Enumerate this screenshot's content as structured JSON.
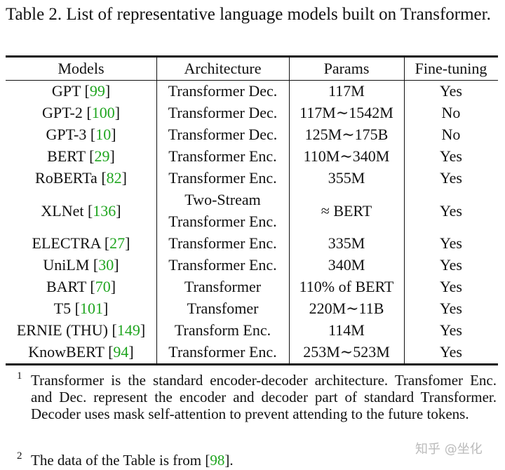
{
  "caption": "Table 2. List of representative language models built on Transformer.",
  "columns": [
    "Models",
    "Architecture",
    "Params",
    "Fine-tuning"
  ],
  "rows": [
    {
      "model": "GPT",
      "ref": "99",
      "arch1": "Transformer Dec.",
      "arch2": "",
      "params": "117M",
      "ft": "Yes"
    },
    {
      "model": "GPT-2",
      "ref": "100",
      "arch1": "Transformer Dec.",
      "arch2": "",
      "params": "117M∼1542M",
      "ft": "No"
    },
    {
      "model": "GPT-3",
      "ref": "10",
      "arch1": "Transformer Dec.",
      "arch2": "",
      "params": "125M∼175B",
      "ft": "No"
    },
    {
      "model": "BERT",
      "ref": "29",
      "arch1": "Transformer Enc.",
      "arch2": "",
      "params": "110M∼340M",
      "ft": "Yes"
    },
    {
      "model": "RoBERTa",
      "ref": "82",
      "arch1": "Transformer Enc.",
      "arch2": "",
      "params": "355M",
      "ft": "Yes"
    },
    {
      "model": "XLNet",
      "ref": "136",
      "arch1": "Two-Stream",
      "arch2": "Transformer Enc.",
      "params": "≈ BERT",
      "ft": "Yes"
    },
    {
      "model": "ELECTRA",
      "ref": "27",
      "arch1": "Transformer Enc.",
      "arch2": "",
      "params": "335M",
      "ft": "Yes"
    },
    {
      "model": "UniLM",
      "ref": "30",
      "arch1": "Transformer Enc.",
      "arch2": "",
      "params": "340M",
      "ft": "Yes"
    },
    {
      "model": "BART",
      "ref": "70",
      "arch1": "Transformer",
      "arch2": "",
      "params": "110% of BERT",
      "ft": "Yes"
    },
    {
      "model": "T5",
      "ref": "101",
      "arch1": "Transfomer",
      "arch2": "",
      "params": "220M∼11B",
      "ft": "Yes"
    },
    {
      "model": "ERNIE (THU)",
      "ref": "149",
      "arch1": "Transform Enc.",
      "arch2": "",
      "params": "114M",
      "ft": "Yes"
    },
    {
      "model": "KnowBERT",
      "ref": "94",
      "arch1": "Transformer Enc.",
      "arch2": "",
      "params": "253M∼523M",
      "ft": "Yes"
    }
  ],
  "footnotes": [
    {
      "mark": "1",
      "text": "Transformer is the standard encoder-decoder architecture. Transfomer Enc. and Dec. represent the encoder and decoder part of standard Transformer. Decoder uses mask self-attention to prevent attending to the future tokens."
    },
    {
      "mark": "2",
      "text_before": "The data of the Table is from ",
      "ref": "98",
      "text_after": "."
    }
  ],
  "watermark": "知乎 @坐化",
  "colors": {
    "reference": "#1fa51f",
    "text": "#111111",
    "watermark": "#bbbbbb"
  }
}
